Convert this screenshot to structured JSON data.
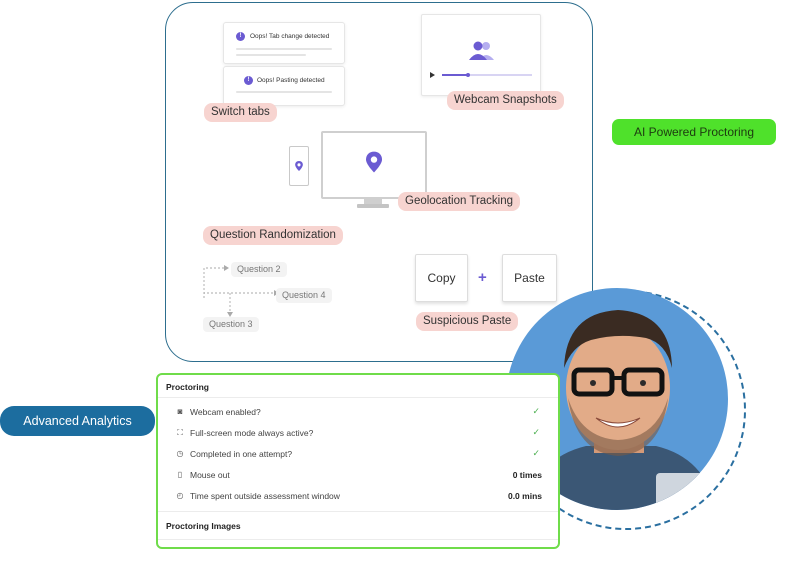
{
  "proctoring_card": {
    "alerts": [
      "Oops! Tab change detected",
      "Oops! Pasting detected"
    ],
    "switch_tabs": "Switch tabs",
    "webcam_snapshots": "Webcam Snapshots",
    "geolocation_tracking": "Geolocation Tracking",
    "question_randomization": "Question Randomization",
    "questions": [
      "Question 2",
      "Question 4",
      "Question 3"
    ],
    "copy": "Copy",
    "plus": "+",
    "paste": "Paste",
    "suspicious_paste": "Suspicious Paste"
  },
  "ai_powered_proctoring": "AI Powered Proctoring",
  "advanced_analytics": "Advanced Analytics",
  "analytics_table": {
    "section_title": "Proctoring",
    "rows": [
      {
        "icon": "webcam-icon",
        "label": "Webcam enabled?",
        "value": "✓"
      },
      {
        "icon": "fullscreen-icon",
        "label": "Full-screen mode always active?",
        "value": "✓"
      },
      {
        "icon": "clock-icon",
        "label": "Completed in one attempt?",
        "value": "✓"
      },
      {
        "icon": "mouse-icon",
        "label": "Mouse out",
        "value": "0 times"
      },
      {
        "icon": "timer-icon",
        "label": "Time spent outside assessment window",
        "value": "0.0 mins"
      }
    ],
    "images_title": "Proctoring Images"
  },
  "colors": {
    "accent_purple": "#6b5bd2",
    "pill_pink": "#f7d4d0",
    "green": "#4fe12b",
    "blue": "#1c6d9f",
    "card_border": "#2d6e8e",
    "check_green": "#4caf50"
  }
}
